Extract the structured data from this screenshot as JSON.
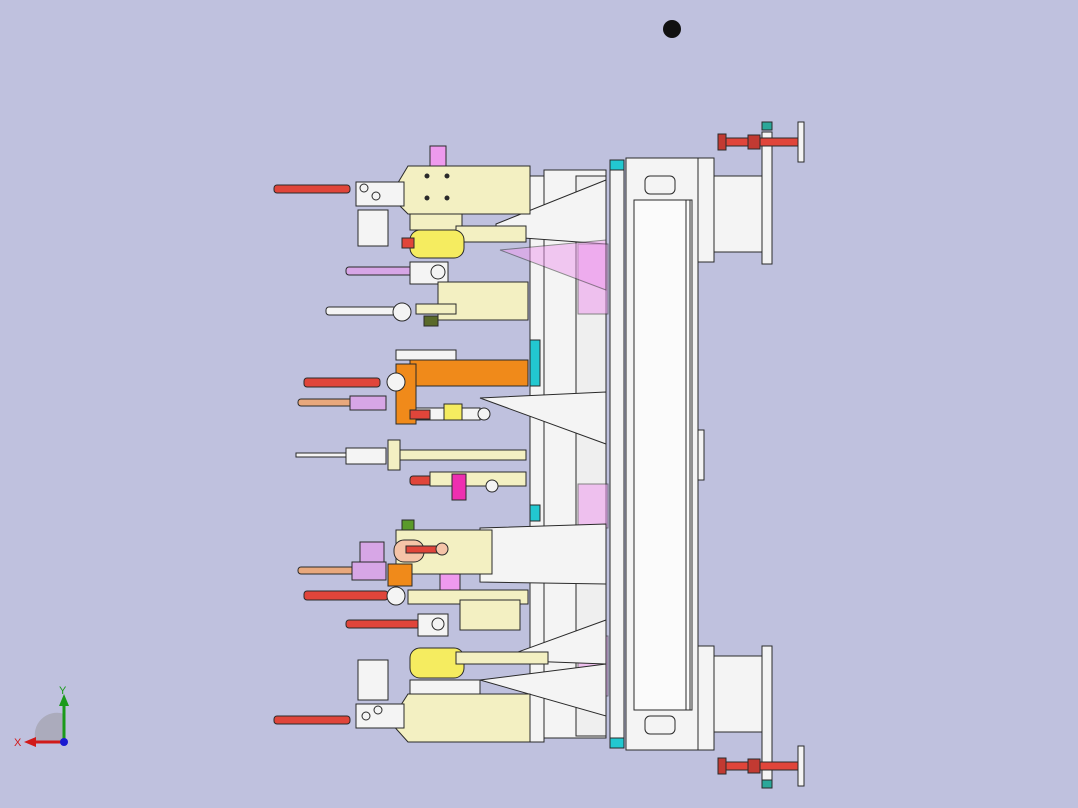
{
  "viewport": {
    "background": "#bfc1de"
  },
  "triad": {
    "x_label": "X",
    "y_label": "Y",
    "x_color": "#d11a1a",
    "y_color": "#1a9a1a",
    "z_color": "#1a1ad1"
  },
  "palette": {
    "handle_red": "#e0453a",
    "body_cream": "#f3f0c2",
    "frame_white": "#f4f4f4",
    "accent_pink": "#ee9aee",
    "accent_orange": "#f08a1a",
    "accent_cyan": "#22c8d0",
    "accent_violet": "#d7a6e6",
    "outline": "#2a2a2a"
  },
  "icons": {
    "cursor": "black-dot-cursor",
    "triad": "xyz-axis-triad"
  }
}
